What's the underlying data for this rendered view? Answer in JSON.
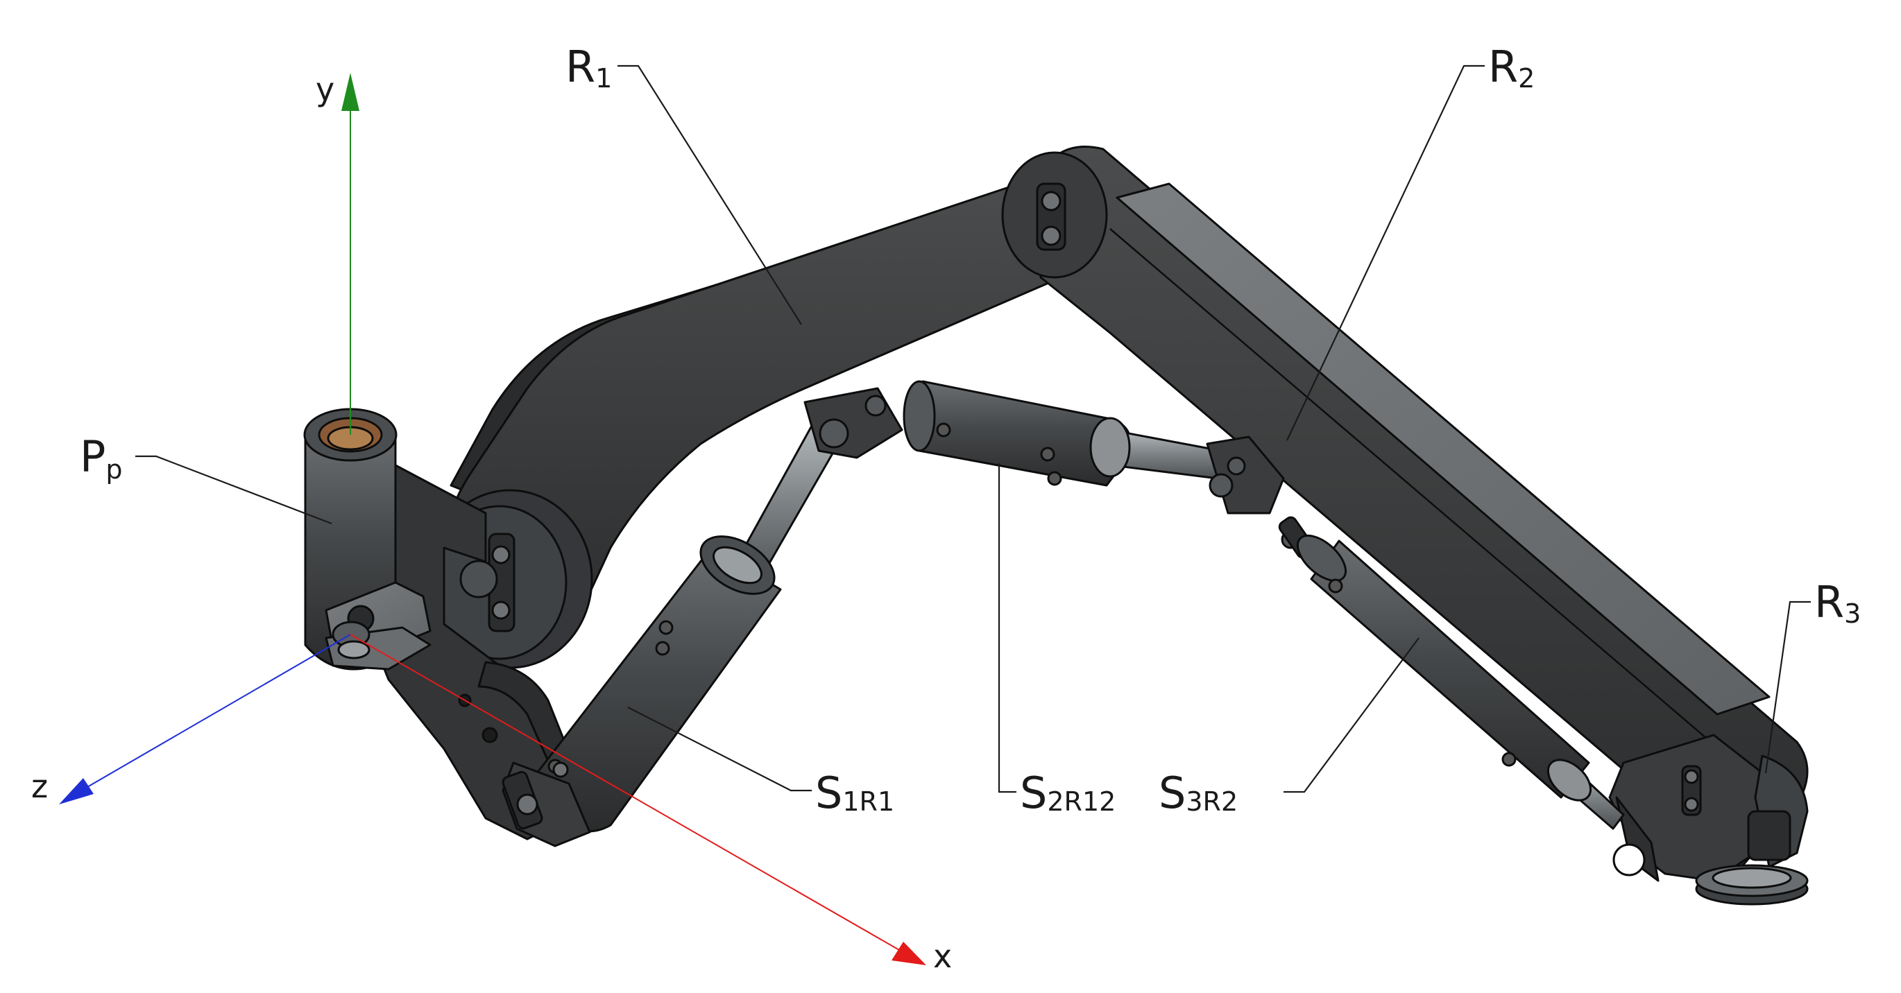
{
  "labels": {
    "R1": {
      "main": "R",
      "sub": "1"
    },
    "R2": {
      "main": "R",
      "sub": "2"
    },
    "R3": {
      "main": "R",
      "sub": "3"
    },
    "Pp": {
      "main": "P",
      "sub": "p"
    },
    "S1R1": {
      "main": "S",
      "sub": "1R1"
    },
    "S2R12": {
      "main": "S",
      "sub": "2R12"
    },
    "S3R2": {
      "main": "S",
      "sub": "3R2"
    }
  },
  "axes": {
    "x": {
      "label": "x",
      "color": "#e31b1b"
    },
    "y": {
      "label": "y",
      "color": "#1e8c1e"
    },
    "z": {
      "label": "z",
      "color": "#1f2fd6"
    }
  },
  "colors": {
    "body": "#3b3d3e",
    "body_dark": "#2a2b2c",
    "body_light": "#55585a",
    "plate": "#6f7274",
    "rod": "#8c9194",
    "bushing": "#8a5a36",
    "leader": "#1a1a1a"
  }
}
